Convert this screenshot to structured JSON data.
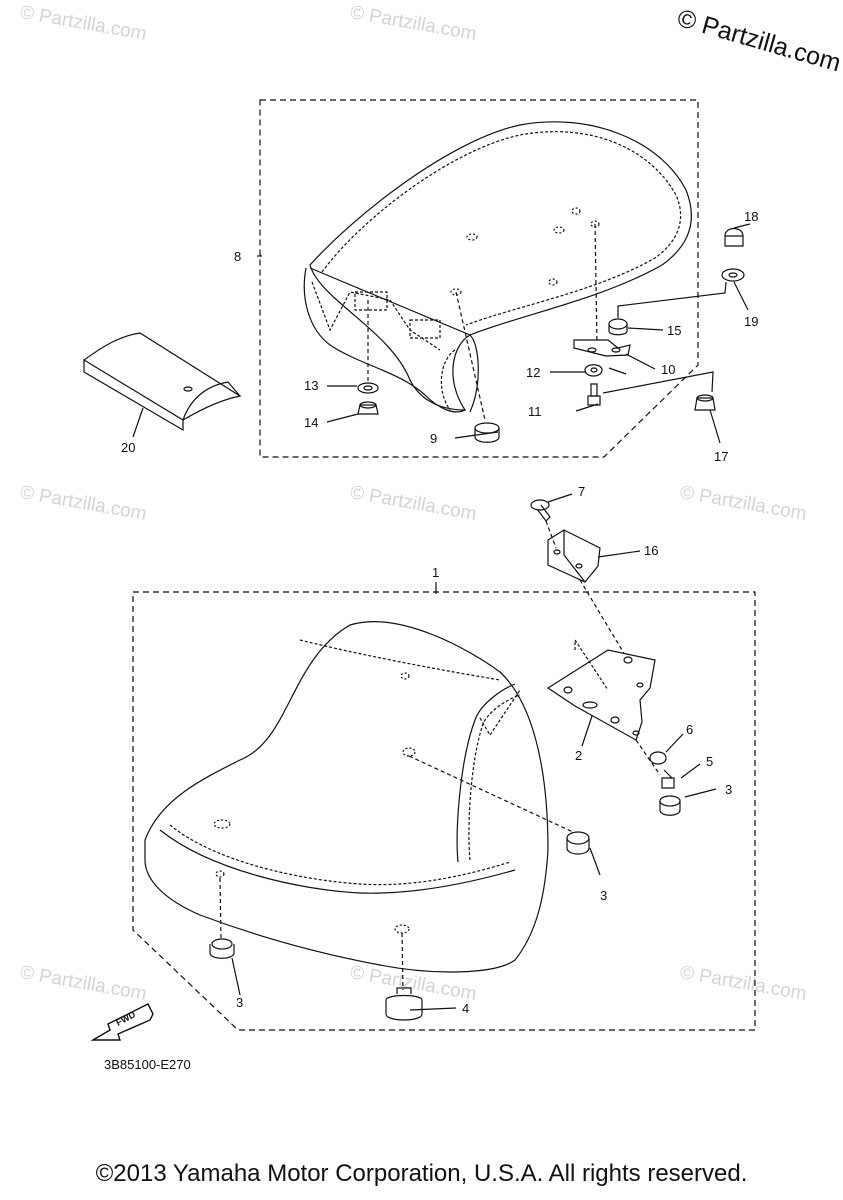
{
  "watermark": {
    "brand": "© Partzilla.com",
    "text": "© Partzilla.com"
  },
  "callouts": {
    "c1": "1",
    "c2": "2",
    "c3a": "3",
    "c3b": "3",
    "c3c": "3",
    "c4": "4",
    "c5": "5",
    "c6": "6",
    "c7": "7",
    "c8": "8",
    "c9": "9",
    "c10": "10",
    "c11": "11",
    "c12": "12",
    "c13": "13",
    "c14": "14",
    "c15": "15",
    "c16": "16",
    "c17": "17",
    "c18": "18",
    "c19": "19",
    "c20": "20"
  },
  "fwd_label": "FWD",
  "diagram_code": "3B85100-E270",
  "copyright": "©2013 Yamaha Motor Corporation, U.S.A. All rights reserved."
}
